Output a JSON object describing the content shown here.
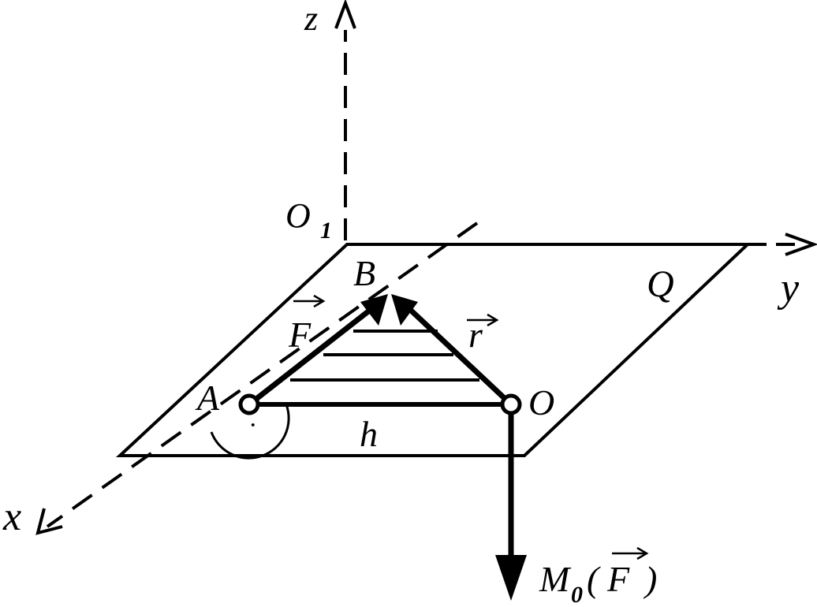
{
  "labels": {
    "z": "z",
    "y": "y",
    "x": "x",
    "origin_o1": "O",
    "origin_o1_sub": "1",
    "point_b": "B",
    "plane_q": "Q",
    "vector_f": "F",
    "vector_r": "r",
    "point_a": "A",
    "point_o": "O",
    "arm_h": "h",
    "moment_m": "M",
    "moment_sub": "0",
    "moment_open": "(",
    "moment_f": "F",
    "moment_close": ")",
    "right_angle_dot": "·"
  },
  "colors": {
    "ink": "#000000",
    "background": "#ffffff"
  }
}
